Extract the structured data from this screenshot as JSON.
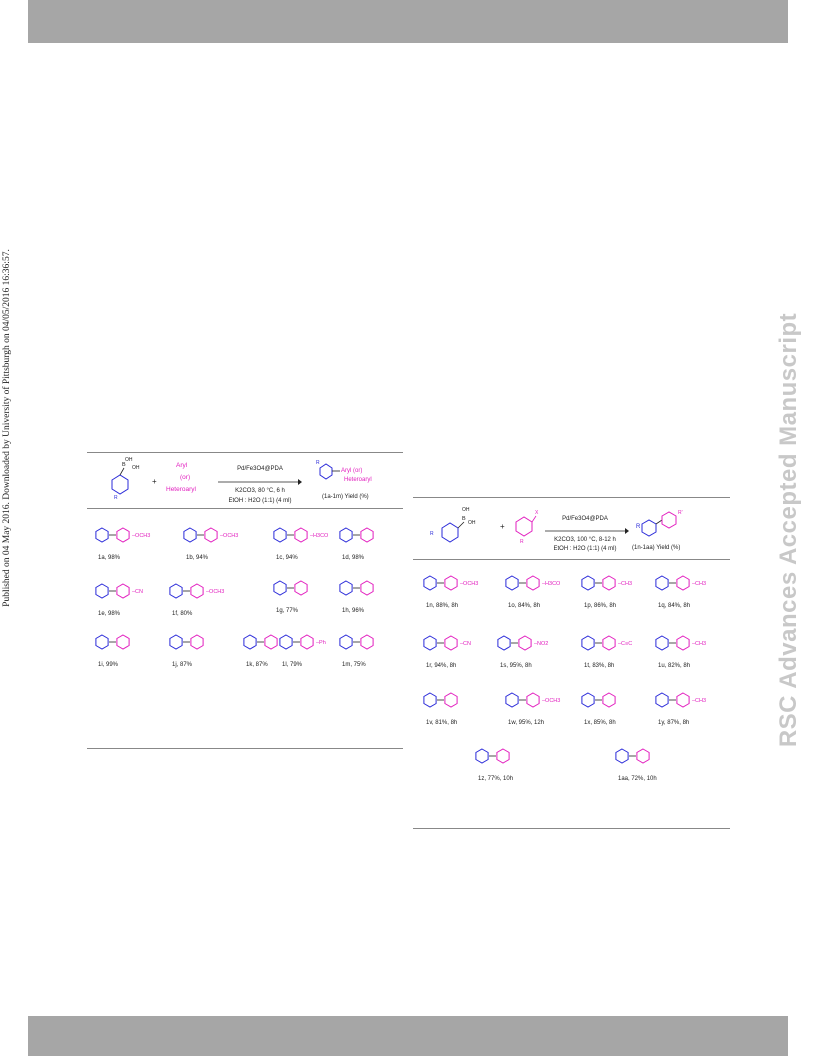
{
  "side_text_left": "Published on 04 May 2016. Downloaded by University of Pittsburgh on 04/05/2016 16:36:57.",
  "side_text_right": "RSC Advances Accepted Manuscript",
  "colors": {
    "band": "#a6a6a6",
    "blue": "#2b2bd9",
    "magenta": "#e21fbf",
    "watermark": "#c8c8c8"
  },
  "scheme1": {
    "reagent_top": "Aryl",
    "reagent_or": "(or)",
    "reagent_bottom": "Heteroaryl",
    "cond_top": "Pd/Fe3O4@PDA",
    "cond_mid": "K2CO3, 80 °C, 6 h",
    "cond_bot": "EtOH : H2O (1:1) (4 ml)",
    "product_sub1": "Aryl (or)",
    "product_sub2": "Heteroaryl",
    "yield_label": "(1a-1m) Yield (%)",
    "items": [
      {
        "label": "1a, 98%",
        "sub": "OCH3"
      },
      {
        "label": "1b, 94%",
        "sub": "OCH3"
      },
      {
        "label": "1c, 94%",
        "sub": "H3CO"
      },
      {
        "label": "1d, 98%",
        "sub": ""
      },
      {
        "label": "1e, 98%",
        "sub": "CN"
      },
      {
        "label": "1f, 80%",
        "sub": "OCH3"
      },
      {
        "label": "1g, 77%",
        "sub": ""
      },
      {
        "label": "1h, 96%",
        "sub": ""
      },
      {
        "label": "1i, 99%",
        "sub": ""
      },
      {
        "label": "1j, 87%",
        "sub": ""
      },
      {
        "label": "1k, 87%",
        "sub": ""
      },
      {
        "label": "1l, 79%",
        "sub": "Ph"
      },
      {
        "label": "1m, 75%",
        "sub": ""
      }
    ]
  },
  "scheme2": {
    "cond_top": "Pd/Fe3O4@PDA",
    "cond_mid": "K2CO3, 100 °C, 8-12 h",
    "cond_bot": "EtOH : H2O (1:1) (4 ml)",
    "yield_label": "(1n-1aa) Yield (%)",
    "items": [
      {
        "label": "1n, 88%, 8h",
        "sub": "OCH3"
      },
      {
        "label": "1o, 84%, 8h",
        "sub": "H3CO"
      },
      {
        "label": "1p, 86%, 8h",
        "sub": "CH3"
      },
      {
        "label": "1q, 84%, 8h",
        "sub": "CH3"
      },
      {
        "label": "1r, 94%, 8h",
        "sub": "CN"
      },
      {
        "label": "1s, 95%, 8h",
        "sub": "NO2"
      },
      {
        "label": "1t, 83%, 8h",
        "sub": "C≡C"
      },
      {
        "label": "1u, 82%, 8h",
        "sub": "CH3"
      },
      {
        "label": "1v, 81%, 8h",
        "sub": ""
      },
      {
        "label": "1w, 95%, 12h",
        "sub": "OCH3"
      },
      {
        "label": "1x, 85%, 8h",
        "sub": ""
      },
      {
        "label": "1y, 87%, 8h",
        "sub": "CH3"
      },
      {
        "label": "1z, 77%, 10h",
        "sub": ""
      },
      {
        "label": "1aa, 72%, 10h",
        "sub": ""
      }
    ]
  }
}
